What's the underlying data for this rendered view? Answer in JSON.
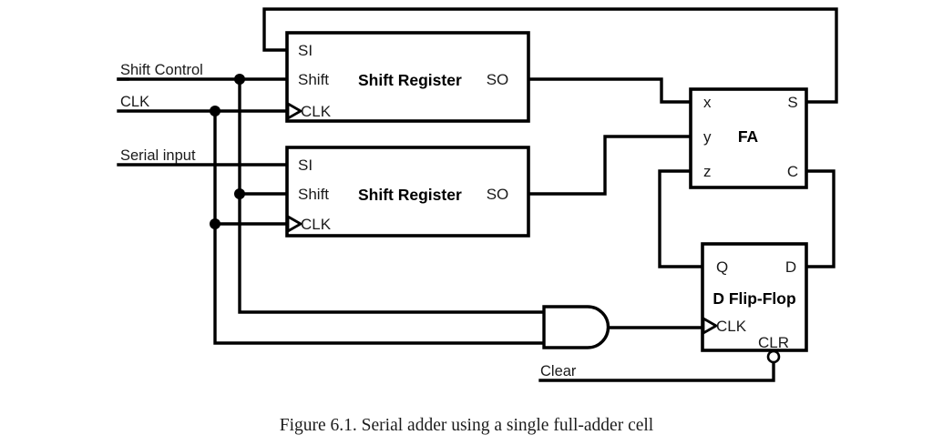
{
  "figure": {
    "caption": "Figure 6.1. Serial adder using a single full-adder cell",
    "background_color": "#ffffff",
    "line_color": "#000000"
  },
  "input_signals": [
    {
      "name": "shift-control",
      "label": "Shift Control"
    },
    {
      "name": "clk",
      "label": "CLK"
    },
    {
      "name": "serial-input",
      "label": "Serial input"
    },
    {
      "name": "clear",
      "label": "Clear"
    }
  ],
  "blocks": {
    "shift_register_top": {
      "title": "Shift Register",
      "pins": {
        "si": "SI",
        "shift": "Shift",
        "clk": "CLK",
        "so": "SO"
      }
    },
    "shift_register_bottom": {
      "title": "Shift Register",
      "pins": {
        "si": "SI",
        "shift": "Shift",
        "clk": "CLK",
        "so": "SO"
      }
    },
    "full_adder": {
      "title": "FA",
      "pins": {
        "x": "x",
        "y": "y",
        "z": "z",
        "s": "S",
        "c": "C"
      }
    },
    "d_flip_flop": {
      "title": "D Flip-Flop",
      "pins": {
        "q": "Q",
        "d": "D",
        "clk": "CLK",
        "clr": "CLR"
      }
    },
    "and_gate": {
      "name": "and-gate",
      "label": ""
    }
  }
}
